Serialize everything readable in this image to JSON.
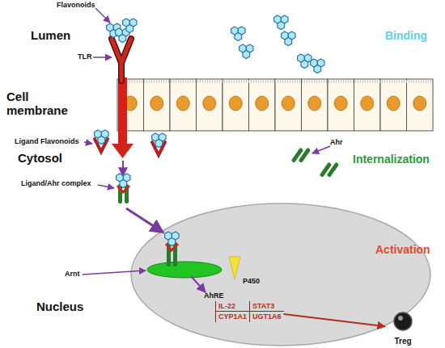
{
  "diagram": {
    "nodes": [
      {
        "text": [
          "IL-22",
          "STAT3",
          "CYP1A1",
          "UGT1A6"
        ]
      },
      {
        "text": [
          "Treg"
        ]
      }
    ],
    "edges": [
      {
        "from": 0,
        "to": 1,
        "arrow": "to"
      }
    ],
    "labels": [
      "Lumen",
      "Cell membrane",
      "Cytosol",
      "Nucleus",
      "Binding",
      "Internalization",
      "Activation",
      "Flavonoids",
      "TLR",
      "Ligand Flavonoids",
      "Ahr",
      "Ligand/Ahr complex",
      "Arnt",
      "P450",
      "AhRE"
    ]
  }
}
